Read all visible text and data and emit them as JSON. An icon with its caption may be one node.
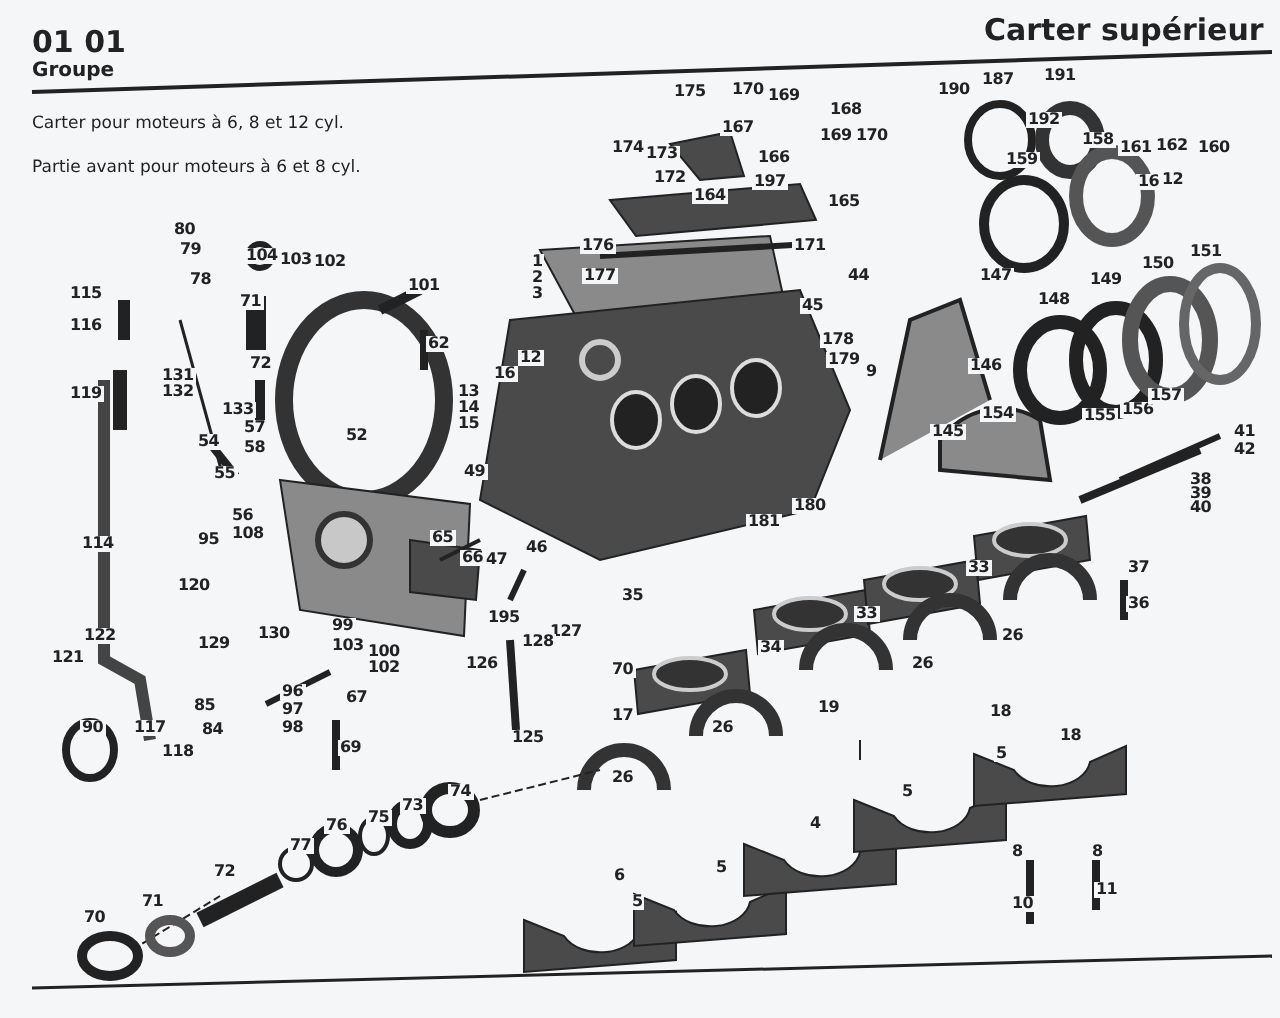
{
  "diagram": {
    "title": "Carter supérieur",
    "labels": [
      "01 01",
      "Groupe",
      "Carter pour moteurs à 6, 8 et 12 cyl.",
      "Partie avant pour moteurs à 6 et 8 cyl.",
      "175",
      "170",
      "169",
      "168",
      "174",
      "167",
      "173",
      "169",
      "170",
      "166",
      "172",
      "197",
      "164",
      "165",
      "171",
      "190",
      "187",
      "191",
      "192",
      "159",
      "158",
      "161",
      "162",
      "160",
      "16",
      "12",
      "80",
      "79",
      "104",
      "103",
      "102",
      "78",
      "71",
      "101",
      "176",
      "1",
      "2",
      "3",
      "177",
      "44",
      "45",
      "147",
      "148",
      "149",
      "150",
      "151",
      "115",
      "116",
      "72",
      "62",
      "12",
      "16",
      "119",
      "131",
      "132",
      "178",
      "179",
      "9",
      "146",
      "13",
      "14",
      "15",
      "133",
      "54",
      "57",
      "58",
      "52",
      "55",
      "49",
      "154",
      "145",
      "155",
      "156",
      "157",
      "41",
      "42",
      "38",
      "39",
      "40",
      "114",
      "56",
      "108",
      "95",
      "65",
      "66",
      "47",
      "46",
      "180",
      "181",
      "120",
      "35",
      "33",
      "37",
      "36",
      "99",
      "195",
      "103",
      "100",
      "102",
      "122",
      "129",
      "130",
      "121",
      "127",
      "128",
      "34",
      "33",
      "126",
      "96",
      "97",
      "98",
      "67",
      "70",
      "85",
      "90",
      "117",
      "84",
      "118",
      "69",
      "17",
      "26",
      "26",
      "26",
      "125",
      "19",
      "18",
      "18",
      "5",
      "26",
      "74",
      "73",
      "75",
      "76",
      "77",
      "5",
      "4",
      "72",
      "8",
      "8",
      "11",
      "5",
      "71",
      "6",
      "10",
      "70",
      "5"
    ]
  }
}
